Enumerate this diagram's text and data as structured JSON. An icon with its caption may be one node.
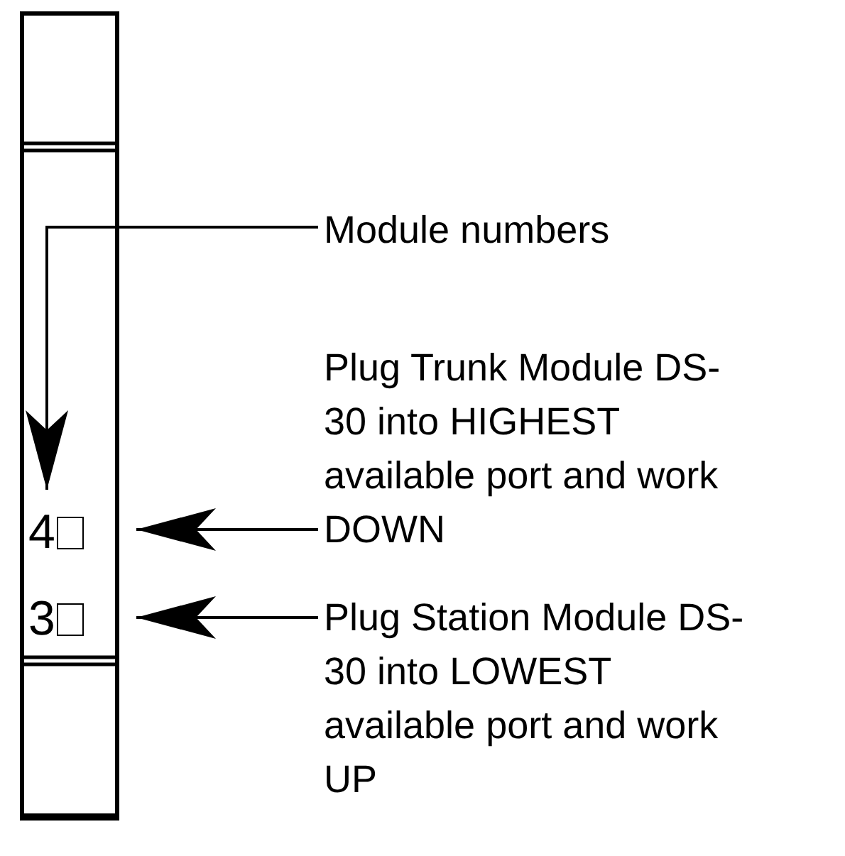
{
  "diagram": {
    "nodes": [
      {
        "text": [],
        "shape": "box"
      },
      {
        "text": [
          "4"
        ],
        "in": 0
      },
      {
        "text": [
          "3"
        ],
        "in": 0
      },
      {
        "text": [
          "Module numbers"
        ]
      },
      {
        "text": [
          "Plug Trunk Module DS-30 into HIGHEST available port and work DOWN"
        ]
      },
      {
        "text": [
          "Plug Station Module DS-30 into LOWEST available port and work UP"
        ]
      }
    ],
    "edges": [
      {
        "from": 3,
        "to": 1,
        "arrow": "to"
      },
      {
        "from": 4,
        "to": 1,
        "arrow": "to"
      },
      {
        "from": 5,
        "to": 2,
        "arrow": "to"
      }
    ]
  }
}
